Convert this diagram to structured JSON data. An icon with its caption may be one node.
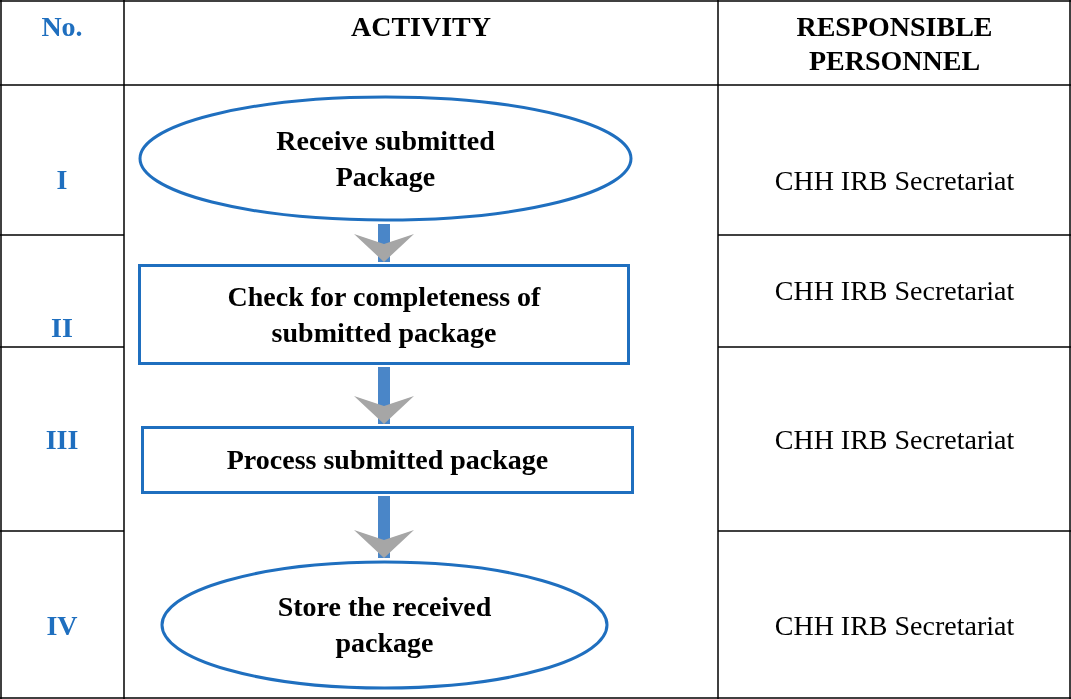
{
  "diagram": {
    "nodes": [
      {
        "text": [
          "Receive submitted Package"
        ]
      },
      {
        "text": [
          "Check for completeness of submitted package"
        ]
      },
      {
        "text": [
          "Process submitted package"
        ]
      },
      {
        "text": [
          "Store the received package"
        ]
      }
    ],
    "edges": [
      {
        "from": 0,
        "to": 1,
        "arrow": "to"
      },
      {
        "from": 1,
        "to": 2,
        "arrow": "to"
      },
      {
        "from": 2,
        "to": 3,
        "arrow": "to"
      }
    ],
    "labels": [
      "No.",
      "ACTIVITY",
      "RESPONSIBLE PERSONNEL",
      "I",
      "CHH IRB Secretariat",
      "II",
      "CHH IRB Secretariat",
      "III",
      "CHH IRB Secretariat",
      "IV",
      "CHH IRB Secretariat"
    ]
  }
}
